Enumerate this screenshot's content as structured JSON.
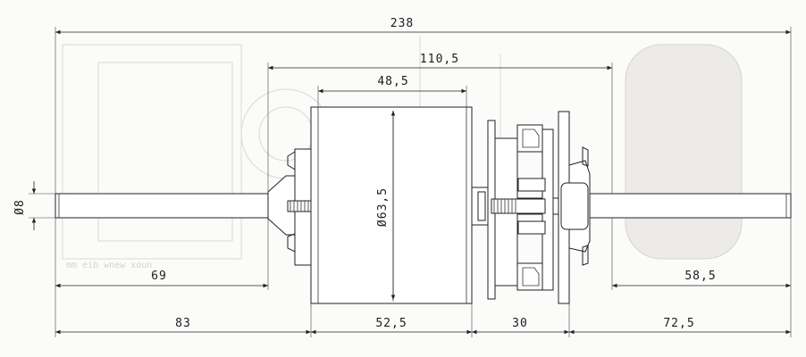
{
  "drawing": {
    "dimensions": {
      "overall_length": "238",
      "inner_span": "110,5",
      "body_top_width": "48,5",
      "shaft_diameter": "Ø8",
      "body_diameter": "Ø63,5",
      "left_shaft_to_body": "69",
      "right_shaft": "58,5",
      "left_segment": "83",
      "body_segment": "52,5",
      "gap_segment": "30",
      "right_segment": "72,5"
    },
    "ghost_text": {
      "watermark_line": "mm eib wnew xoun"
    }
  }
}
